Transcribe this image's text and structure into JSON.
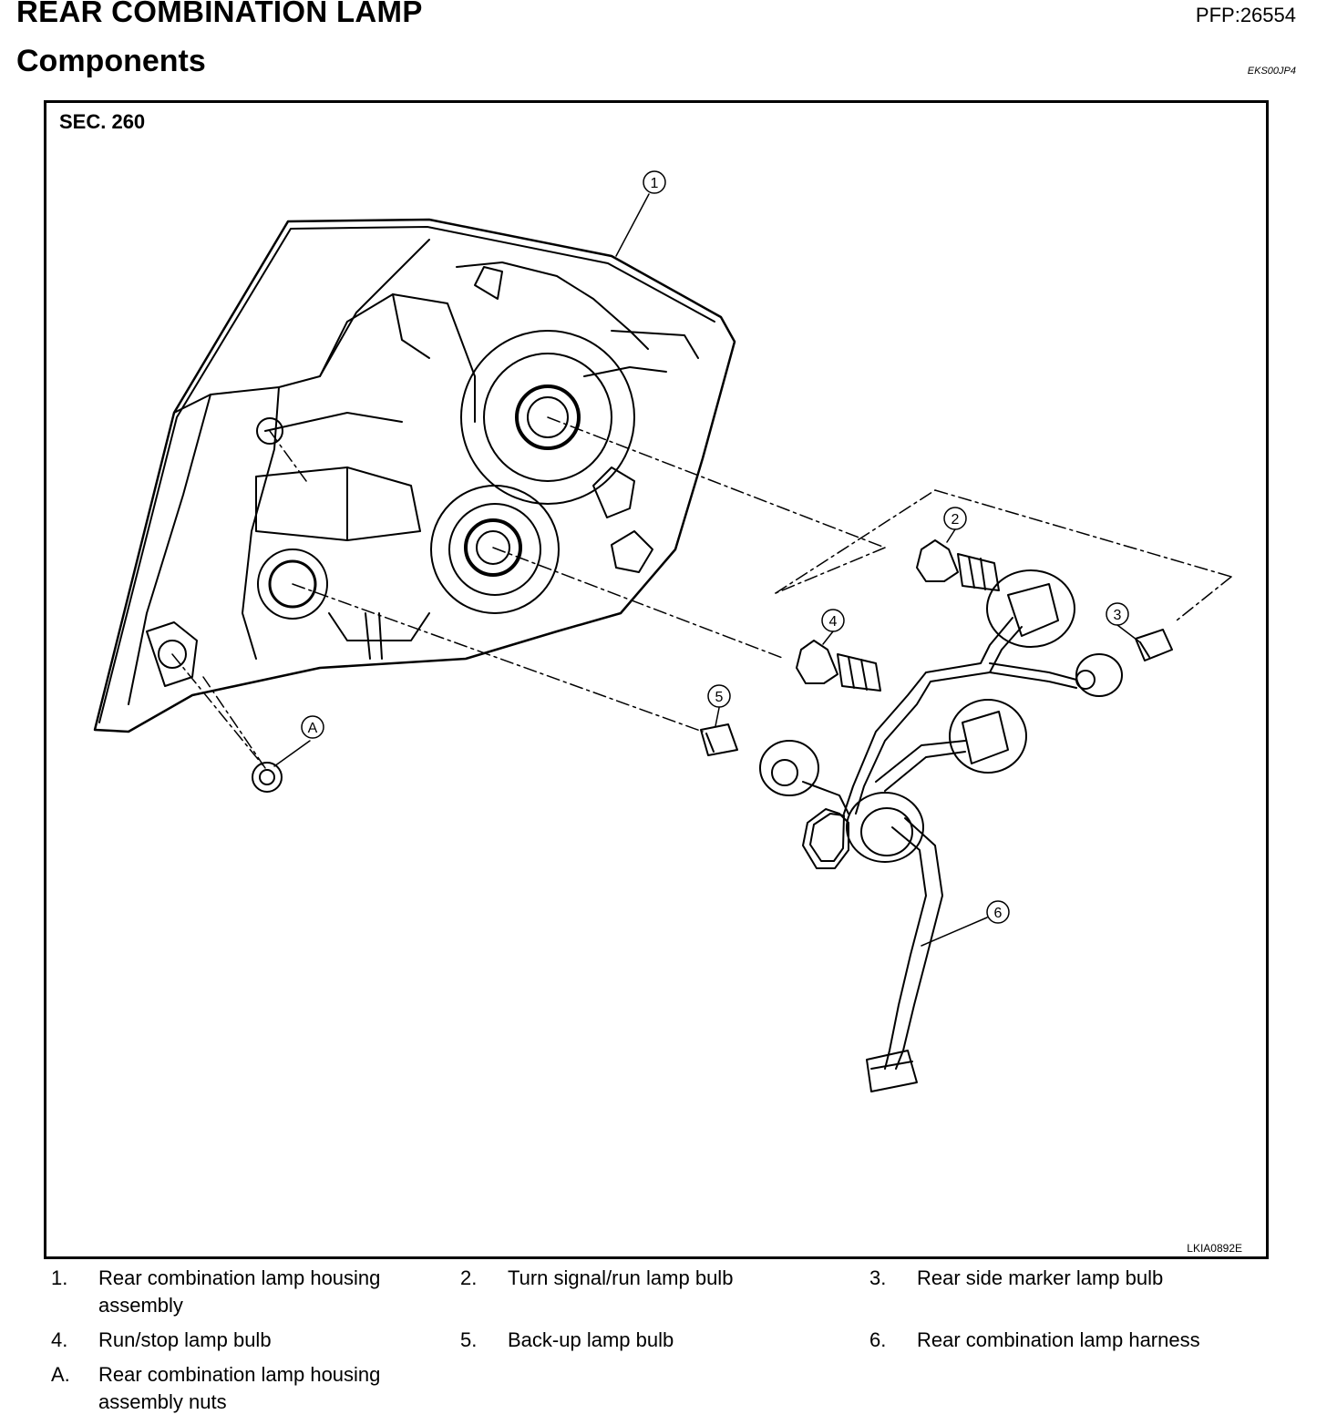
{
  "header": {
    "title": "REAR COMBINATION LAMP",
    "part_code": "PFP:26554",
    "section_title": "Components",
    "doc_code": "EKS00JP4"
  },
  "figure": {
    "section_label": "SEC. 260",
    "figure_code": "LKIA0892E",
    "callouts": [
      "1",
      "2",
      "3",
      "4",
      "5",
      "6",
      "A"
    ]
  },
  "legend": [
    {
      "num": "1.",
      "text": "Rear combination lamp housing assembly"
    },
    {
      "num": "2.",
      "text": "Turn signal/run lamp bulb"
    },
    {
      "num": "3.",
      "text": "Rear side marker lamp bulb"
    },
    {
      "num": "4.",
      "text": "Run/stop lamp bulb"
    },
    {
      "num": "5.",
      "text": "Back-up lamp bulb"
    },
    {
      "num": "6.",
      "text": "Rear combination lamp harness"
    },
    {
      "num": "A.",
      "text": "Rear combination lamp housing assembly nuts"
    }
  ]
}
